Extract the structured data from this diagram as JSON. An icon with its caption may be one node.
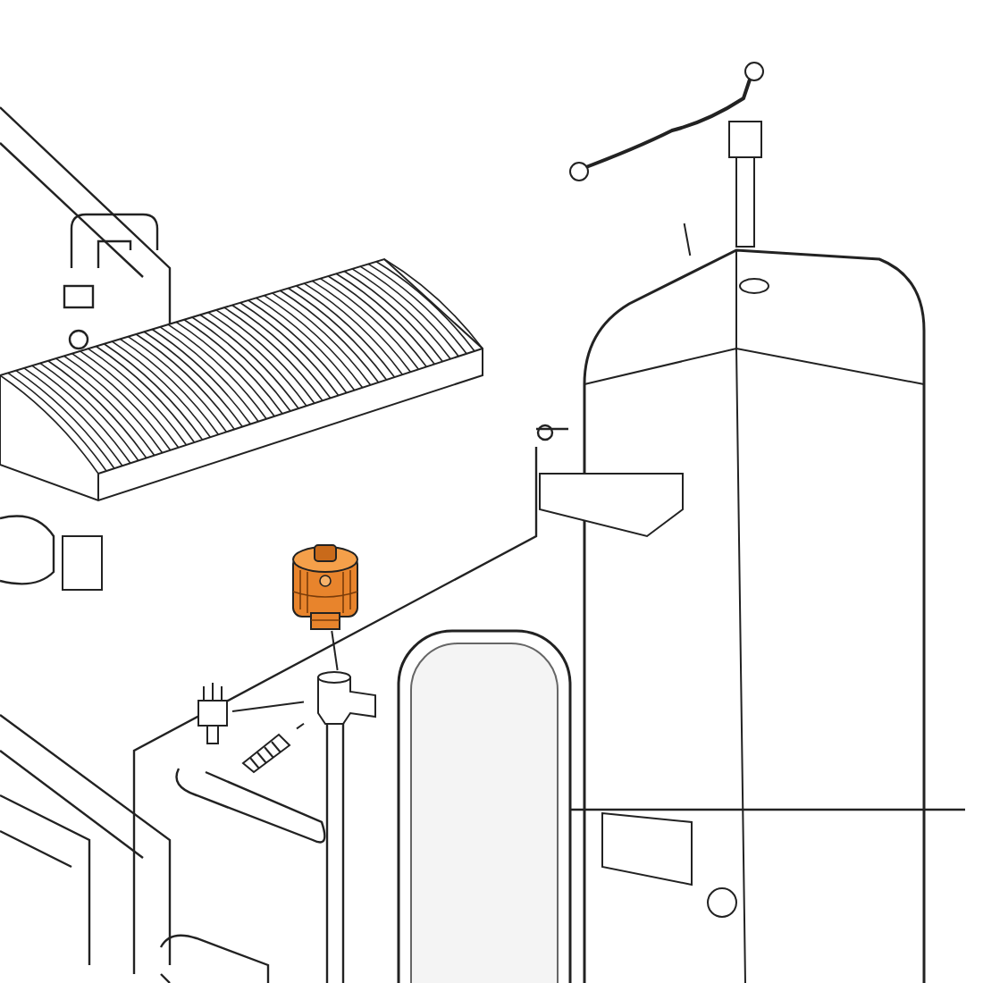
{
  "diagram": {
    "nodes": [
      {
        "text": [],
        "shape": "picture"
      },
      {
        "text": [],
        "shape": "picture"
      },
      {
        "text": [],
        "shape": "picture"
      },
      {
        "text": [],
        "shape": "picture"
      },
      {
        "text": [],
        "shape": "picture"
      },
      {
        "text": [],
        "shape": "picture"
      },
      {
        "text": [],
        "shape": "picture"
      },
      {
        "text": [],
        "shape": "picture"
      }
    ],
    "edges": [
      {
        "from": 1,
        "to": 2,
        "arrow": "none"
      },
      {
        "from": 7,
        "to": 2,
        "arrow": "none"
      },
      {
        "from": 6,
        "to": 2,
        "arrow": "none"
      },
      {
        "from": 5,
        "to": 4,
        "arrow": "none"
      }
    ]
  }
}
